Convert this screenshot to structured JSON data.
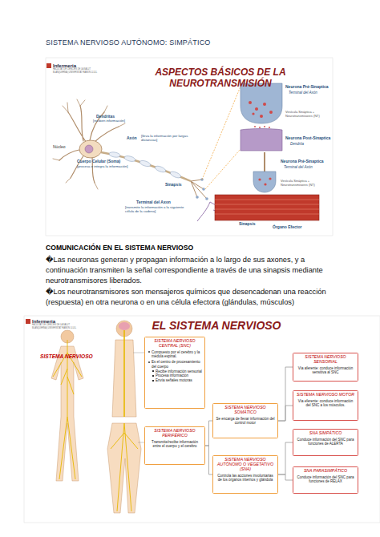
{
  "diagram": {
    "title": "SISTEMA NERVIOSO AUTÓNOMO: SIMPÁTICO",
    "nodes": [
      {
        "text": [
          "SISTEMA NERVIOSO CENTRAL (SNC)",
          "Compuesto por el cerebro y la médula espinal.",
          "Es el centro de procesamiento del cuerpo",
          "Recibe información sensorial",
          "Procesa información",
          "Envía señales motoras"
        ]
      },
      {
        "text": [
          "SISTEMA NERVIOSO PERIFÉRICO",
          "Transmite/recibe información entre el cuerpo y el cerebro"
        ]
      },
      {
        "text": [
          "SISTEMA NERVIOSO SOMÁTICO",
          "Se encarga de llevar información del control motor"
        ]
      },
      {
        "text": [
          "SISTEMA NERVIOSO AUTÓNOMO O VEGETATIVO (SNA)",
          "Controla las acciones involuntarias de los órganos internos y glándula"
        ]
      },
      {
        "text": [
          "SISTEMA NERVIOSO SENSORIAL",
          "Vía aferente: conduce información sensitiva al SNC"
        ]
      },
      {
        "text": [
          "SISTEMA NERVIOSO MOTOR",
          "Vía eferente: conduce información del SNC a los músculos."
        ]
      },
      {
        "text": [
          "SNA SIMPÁTICO",
          "Conduce información del SNC para funciones de ALERTA"
        ]
      },
      {
        "text": [
          "SNA PARASIMPÁTICO",
          "Conduce información del SNC para funciones de RELAX"
        ]
      }
    ],
    "edges": [
      {
        "from": 1,
        "to": 2,
        "arrow": "none"
      },
      {
        "from": 1,
        "to": 3,
        "arrow": "none"
      },
      {
        "from": 2,
        "to": 4,
        "arrow": "none"
      },
      {
        "from": 2,
        "to": 5,
        "arrow": "none"
      },
      {
        "from": 3,
        "to": 6,
        "arrow": "none"
      },
      {
        "from": 3,
        "to": 7,
        "arrow": "none"
      }
    ],
    "labels": [
      "Infermeria",
      "FACULTAT DE CIÈNCIES DE LA SALUT",
      "BLANQUERNA | UNIVERSITAT RAMON LLULL",
      "ASPECTOS BÁSICOS DE LA NEUROTRANSMISIÓN",
      "Dendritas",
      "[reciben información]",
      "Núcleo",
      "Axón",
      "[lleva la información por largas distancias]",
      "Cuerpo Celular (Soma)",
      "[procesa e integra la información]",
      "Sinapsis",
      "Terminal del Axon",
      "[transmite la información a la siguiente célula de la cadena]",
      "Neurona Pré-Sinaptica",
      "Terminal del Axón",
      "Vesícula Sináptica + Neurotransmisores (NT)",
      "Neurona Post-Sinaptica",
      "Dendrita",
      "Neurona Pré-Sinaptica",
      "Terminal del Axón",
      "Vesícula Sináptica + Neurotransmisores (NT)",
      "Sinapsis",
      "Órgano Efector",
      "COMUNICACIÓN EN EL SISTEMA NERVIOSO",
      "�Las neuronas generan y propagan información a lo largo de sus axones, y a continuación transmiten la señal correspondiente a través de una sinapsis mediante neurotransmisores liberados.",
      "�Los neurotransmisores son mensajeros químicos que desencadenan una reacción (respuesta) en otra neurona o en una célula efectora (glándulas, músculos)",
      "Infermeria",
      "FACULTAT DE CIÈNCIES DE LA SALUT",
      "BLANQUERNA | UNIVERSITAT RAMON LLULL",
      "EL SISTEMA NERVIOSO",
      "SISTEMA NERVIOSO"
    ]
  }
}
